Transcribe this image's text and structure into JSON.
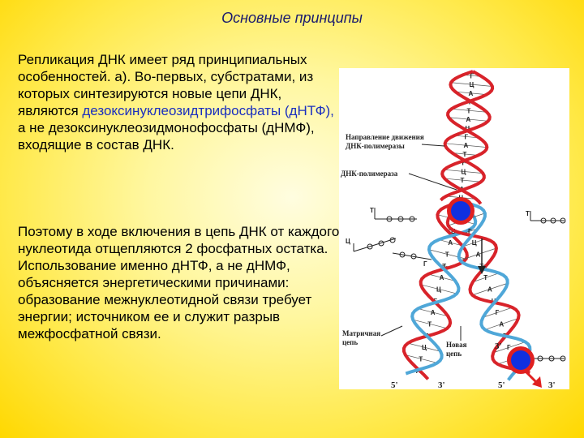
{
  "title": "Основные принципы",
  "paragraph1": {
    "part1": "Репликация ДНК имеет ряд принципиальных особенностей. а). Во-первых, субстратами, из которых синтезируются новые цепи ДНК, являются ",
    "highlight": "дезоксинуклеозидтрифосфаты (дНТФ),",
    "part2": " а не дезоксинуклеозидмонофосфаты (дНМФ), входящие в состав ДНК."
  },
  "paragraph2": "Поэтому в ходе включения в цепь ДНК от каждого нуклеотида отщепляются 2 фосфатных остатка. Использование именно дНТФ, а не дНМФ, объясняется энергетическими причинами: образование межнуклеотидной связи требует энергии; источником ее и служит разрыв межфосфатной связи.",
  "figure": {
    "label_direction_line1": "Направление движения",
    "label_direction_line2": "ДНК-полимеразы",
    "label_polymerase": "ДНК-полимераза",
    "label_template_line1": "Матричная",
    "label_template_line2": "цепь",
    "label_new_line1": "Новая",
    "label_new_line2": "цепь",
    "prime3_mid": "3'",
    "prime5_left": "5'",
    "prime3_left": "3'",
    "prime5_right": "5'",
    "prime3_right": "3'",
    "base_letters": [
      "Г",
      "Ц",
      "А",
      "Т",
      "Т",
      "А",
      "Ц",
      "Г",
      "А",
      "Т",
      "Г",
      "Ц",
      "Т",
      "А",
      "Ц",
      "Г"
    ],
    "colors": {
      "red_strand": "#d8232a",
      "blue_strand": "#4fa7d8",
      "polymerase": "#1030e0",
      "arrow": "#e02020"
    }
  }
}
